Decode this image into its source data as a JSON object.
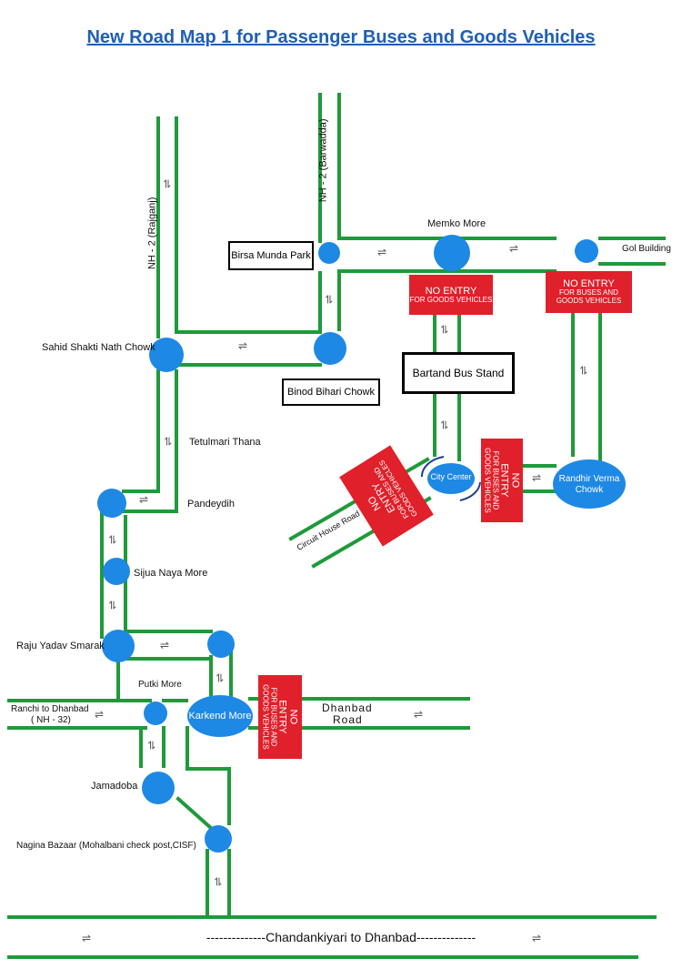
{
  "title": "New Road Map 1 for Passenger Buses and Goods Vehicles",
  "places": {
    "sahid": "Sahid Shakti Nath Chowk",
    "tetulmari": "Tetulmari Thana",
    "pandeydih": "Pandeydih",
    "sijua": "Sijua Naya More",
    "raju": "Raju Yadav Smarak",
    "putki": "Putki More",
    "ranchi": "Ranchi to Dhanbad",
    "nh32": "( NH - 32)",
    "jamadoba": "Jamadoba",
    "nagina": "Nagina Bazaar (Mohalbani check post,CISF)",
    "memko": "Memko More",
    "gol": "Gol Building",
    "nh2_rajganj": "NH - 2 (Rajganj)",
    "nh2_barwadda": "NH - 2 (Barwadda)",
    "circuit": "Circuit House Road",
    "karkend": "Karkend More",
    "city_center": "City Center",
    "randhir_1": "Randhir Verma",
    "randhir_2": "Chowk",
    "dhanbad_1": "Dhanbad",
    "dhanbad_2": "Road",
    "bottom_road": "--------------Chandankiyari to Dhanbad--------------"
  },
  "boxes": {
    "birsa": "Birsa Munda Park",
    "binod": "Binod Bihari Chowk",
    "bartand": "Bartand Bus Stand"
  },
  "signs": {
    "memko_big": "NO ENTRY",
    "memko_small": "FOR GOODS VEHICLES",
    "gol_big": "NO ENTRY",
    "gol_small_1": "FOR BUSES AND",
    "gol_small_2": "GOODS VEHICLES",
    "city_big_1": "NO",
    "city_big_2": "ENTRY",
    "city_small_1": "FOR BUSES AND",
    "city_small_2": "GOODS VEHICLES",
    "circuit_big_1": "NO",
    "circuit_big_2": "ENTRY",
    "circuit_small_1": "FOR BUSES AND",
    "circuit_small_2": "GOODS VEHICLES",
    "karkend_big_1": "NO",
    "karkend_big_2": "ENTRY",
    "karkend_small_1": "FOR BUSES AND",
    "karkend_small_2": "GOODS VEHICLES"
  },
  "colors": {
    "road": "#1e9a3a",
    "node": "#1e88e5",
    "sign": "#e0202a",
    "title": "#1f5fb5"
  }
}
